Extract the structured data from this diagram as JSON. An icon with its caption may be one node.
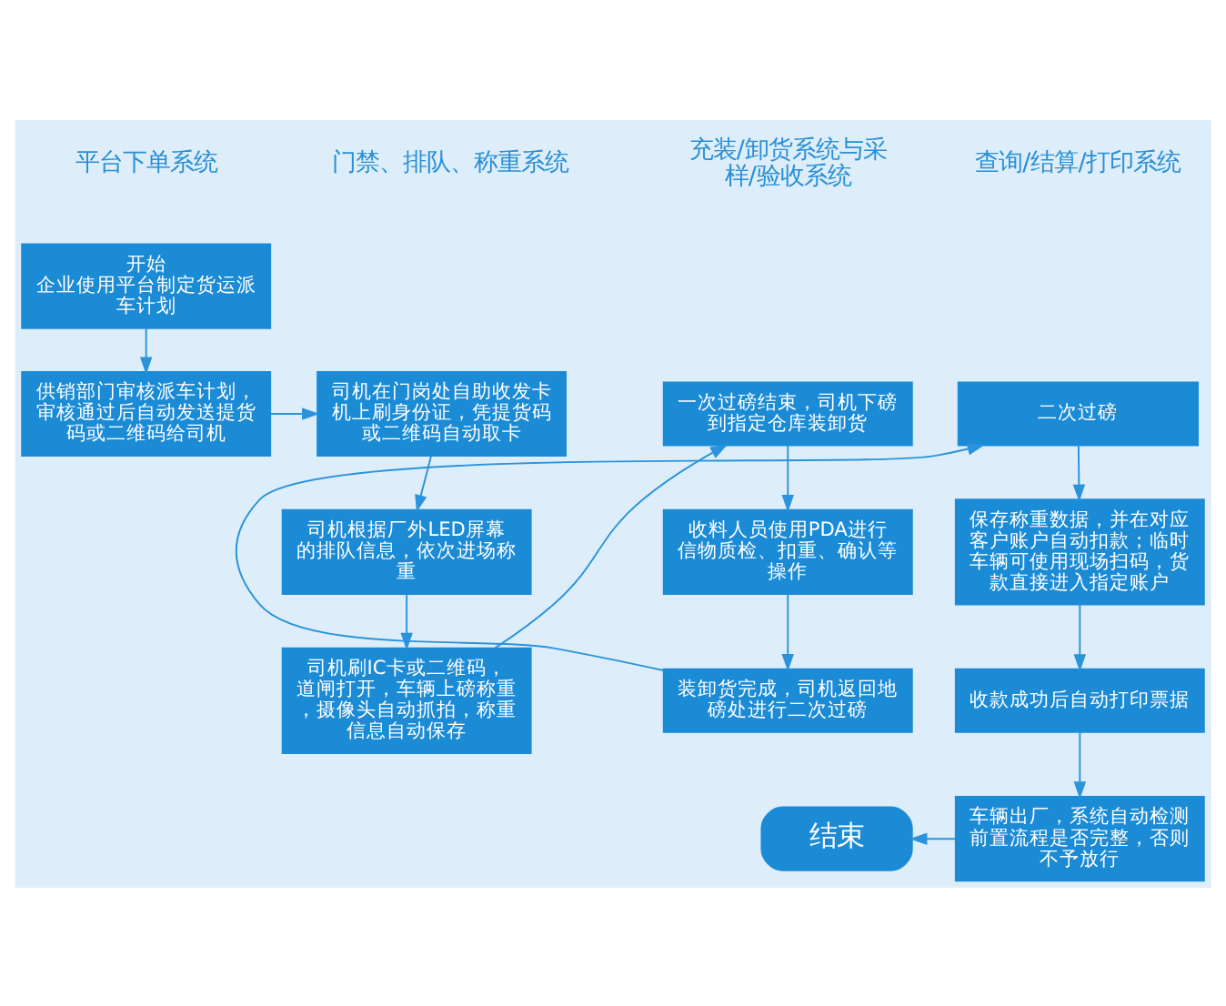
{
  "diagram": {
    "nodes": [
      {
        "text": [
          "开始",
          "企业使用平台制定货运派车计划"
        ]
      },
      {
        "text": [
          "供销部门审核派车计划，审核通过后自动发送提货码或二维码给司机"
        ]
      },
      {
        "text": [
          "司机在门岗处自助收发卡机上刷身份证，凭提货码或二维码自动取卡"
        ]
      },
      {
        "text": [
          "司机根据厂外LED屏幕的排队信息，依次进场称重"
        ]
      },
      {
        "text": [
          "司机刷IC卡或二维码，道闸打开，车辆上磅称重，摄像头自动抓拍，称重信息自动保存"
        ]
      },
      {
        "text": [
          "一次过磅结束，司机下磅到指定仓库装卸货"
        ]
      },
      {
        "text": [
          "收料人员使用PDA进行信物质检、扣重、确认等操作"
        ]
      },
      {
        "text": [
          "装卸货完成，司机返回地磅处进行二次过磅"
        ]
      },
      {
        "text": [
          "二次过磅"
        ]
      },
      {
        "text": [
          "保存称重数据，并在对应客户账户自动扣款；临时车辆可使用现场扫码，货款直接进入指定账户"
        ]
      },
      {
        "text": [
          "收款成功后自动打印票据"
        ]
      },
      {
        "text": [
          "车辆出厂，系统自动检测前置流程是否完整，否则不予放行"
        ]
      },
      {
        "text": [
          "结束"
        ]
      }
    ],
    "edges": [
      {
        "from": 0,
        "to": 1,
        "arrow": "to"
      },
      {
        "from": 1,
        "to": 2,
        "arrow": "to"
      },
      {
        "from": 2,
        "to": 3,
        "arrow": "to"
      },
      {
        "from": 3,
        "to": 4,
        "arrow": "to"
      },
      {
        "from": 4,
        "to": 5,
        "arrow": "to"
      },
      {
        "from": 5,
        "to": 6,
        "arrow": "to"
      },
      {
        "from": 6,
        "to": 7,
        "arrow": "to"
      },
      {
        "from": 7,
        "to": 8,
        "arrow": "to"
      },
      {
        "from": 8,
        "to": 9,
        "arrow": "to"
      },
      {
        "from": 9,
        "to": 10,
        "arrow": "to"
      },
      {
        "from": 10,
        "to": 11,
        "arrow": "to"
      },
      {
        "from": 11,
        "to": 12,
        "arrow": "to"
      }
    ],
    "labels": [
      "平台下单系统",
      "门禁、排队、称重系统",
      "充装/卸货系统与采样/验收系统",
      "查询/结算/打印系统"
    ]
  }
}
